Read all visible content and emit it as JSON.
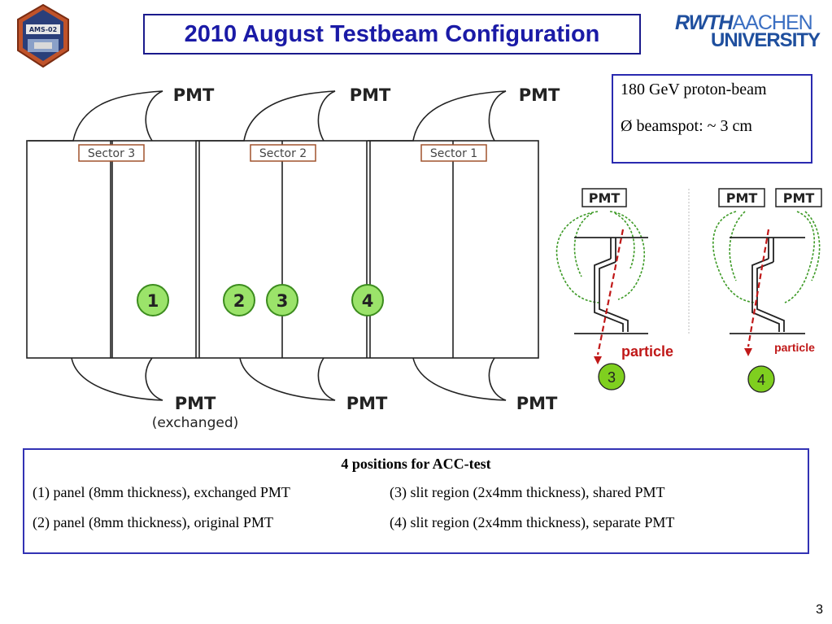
{
  "slide": {
    "title": "2010 August Testbeam Configuration",
    "page_number": "3"
  },
  "logos": {
    "ams": "AMS-02",
    "rwth_line1_a": "RWTH",
    "rwth_line1_b": "AACHEN",
    "rwth_line2": "UNIVERSITY"
  },
  "beam_info": {
    "line1": "180 GeV proton-beam",
    "line2": "Ø beamspot: ~ 3 cm"
  },
  "detector": {
    "top_pmts": [
      "PMT",
      "PMT",
      "PMT"
    ],
    "bottom_pmts": [
      "PMT",
      "PMT",
      "PMT"
    ],
    "bottom_note": "(exchanged)",
    "sectors": [
      "Sector 3",
      "Sector 2",
      "Sector 1"
    ],
    "positions": [
      "1",
      "2",
      "3",
      "4"
    ]
  },
  "slit_views": [
    {
      "pmts": [
        "PMT"
      ],
      "particle_label": "particle",
      "position": "3"
    },
    {
      "pmts": [
        "PMT",
        "PMT"
      ],
      "particle_label": "particle",
      "position": "4"
    }
  ],
  "positions_table": {
    "heading": "4 positions for ACC-test",
    "items": [
      "(1) panel (8mm thickness), exchanged PMT",
      "(2) panel (8mm thickness), original PMT",
      "(3) slit region (2x4mm thickness), shared PMT",
      "(4) slit region (2x4mm thickness), separate PMT"
    ]
  },
  "colors": {
    "title_text": "#1a1aa6",
    "box_border": "#2a2ab0",
    "position_fill": "#9be36a",
    "position_stroke": "#3c8c1e",
    "slit_badge_fill": "#7fcf1f",
    "particle_red": "#c01818",
    "sector_label_border": "#a0522d",
    "light_path_green": "#3d9a26"
  }
}
